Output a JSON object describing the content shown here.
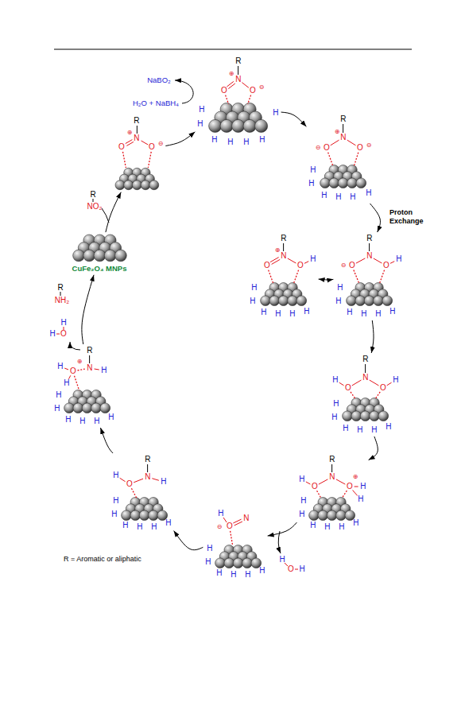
{
  "diagram": {
    "nodes": [
      {
        "text": [
          "CuFe₂O₄ MNPs"
        ]
      },
      {
        "text": [
          "R",
          "N",
          "⊕",
          "O",
          "O",
          "⊖"
        ]
      },
      {
        "text": [
          "R",
          "N",
          "⊕",
          "O",
          "O",
          "⊖",
          "H",
          "H",
          "H",
          "H",
          "H",
          "H",
          "H"
        ]
      },
      {
        "text": [
          "R",
          "⊕",
          "N",
          "⊖",
          "O",
          "O",
          "⊖",
          "H",
          "H",
          "H",
          "H",
          "H",
          "H"
        ]
      },
      {
        "text": [
          "R",
          "⊕",
          "N",
          "O",
          "O",
          "H",
          "H",
          "H",
          "H",
          "H",
          "H",
          "H"
        ]
      },
      {
        "text": [
          "R",
          "N",
          "⊖",
          "O",
          "O",
          "H",
          "H",
          "H",
          "H",
          "H",
          "H",
          "H"
        ]
      },
      {
        "text": [
          "R",
          "N",
          "O",
          "O",
          "H",
          "H",
          "H",
          "H",
          "H",
          "H",
          "H",
          "H"
        ]
      },
      {
        "text": [
          "H",
          "O",
          "R",
          "N",
          "⊕",
          "O",
          "H",
          "H",
          "H",
          "H",
          "H",
          "H",
          "H",
          "H"
        ]
      },
      {
        "text": [
          "H",
          "⊖",
          "O",
          "N",
          "H",
          "H",
          "H",
          "H",
          "H",
          "H"
        ]
      },
      {
        "text": [
          "R",
          "H",
          "O",
          "N",
          "H",
          "H",
          "H",
          "H",
          "H",
          "H",
          "H"
        ]
      },
      {
        "text": [
          "R",
          "H",
          "⊕",
          "O",
          "N",
          "H",
          "H",
          "H",
          "H",
          "H",
          "H",
          "H",
          "H"
        ]
      }
    ],
    "edges": [
      {
        "from": 0,
        "to": 1,
        "arrow": "to"
      },
      {
        "from": 1,
        "to": 2,
        "arrow": "to"
      },
      {
        "from": 2,
        "to": 3,
        "arrow": "to"
      },
      {
        "from": 3,
        "to": 5,
        "label": "Proton Exchange",
        "arrow": "to"
      },
      {
        "from": 4,
        "to": 5,
        "arrow": "both"
      },
      {
        "from": 5,
        "to": 6,
        "arrow": "to"
      },
      {
        "from": 6,
        "to": 7,
        "arrow": "to"
      },
      {
        "from": 7,
        "to": 8,
        "arrow": "to"
      },
      {
        "from": 8,
        "to": 9,
        "arrow": "to"
      },
      {
        "from": 9,
        "to": 10,
        "arrow": "to"
      },
      {
        "from": 10,
        "to": 0,
        "arrow": "to"
      }
    ],
    "labels": [
      "NaBO₂",
      "H₂O + NaBH₄",
      "R",
      "NO₂",
      "H",
      "O",
      "H",
      "R",
      "NH₂",
      "H",
      "O",
      "H",
      "R = Aromatic or aliphatic"
    ]
  }
}
